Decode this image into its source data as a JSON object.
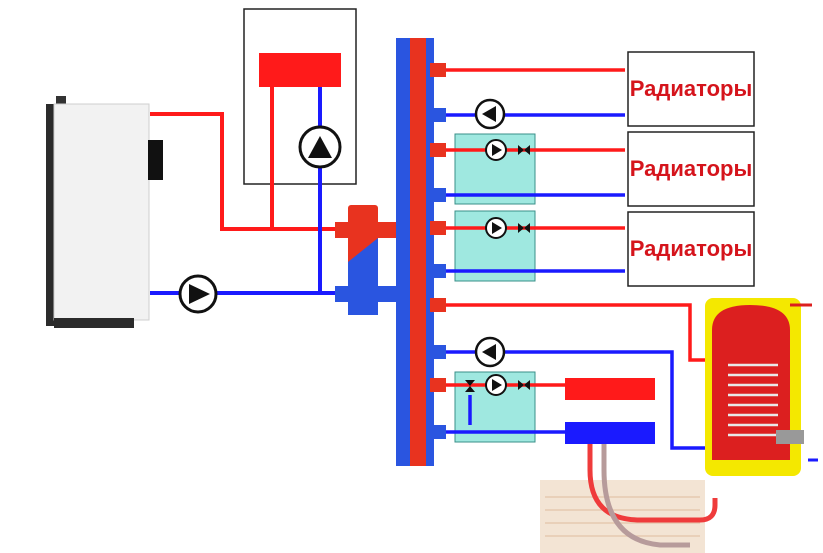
{
  "colors": {
    "hot": "#ff1a1a",
    "cold": "#1a1aff",
    "mixing_module": "#9fe8e0",
    "collector_hot": "#e8331f",
    "collector_cold": "#2a55e0",
    "tank_yellow": "#f4e800",
    "floor_heating_bg": "#f3e4d4"
  },
  "radiators": [
    {
      "label": "Радиаторы"
    },
    {
      "label": "Радиаторы"
    },
    {
      "label": "Радиаторы"
    }
  ],
  "icons": {
    "pump": "pump-icon",
    "valve": "valve-icon",
    "boiler": "boiler-icon",
    "tank": "water-heater-tank-icon"
  }
}
